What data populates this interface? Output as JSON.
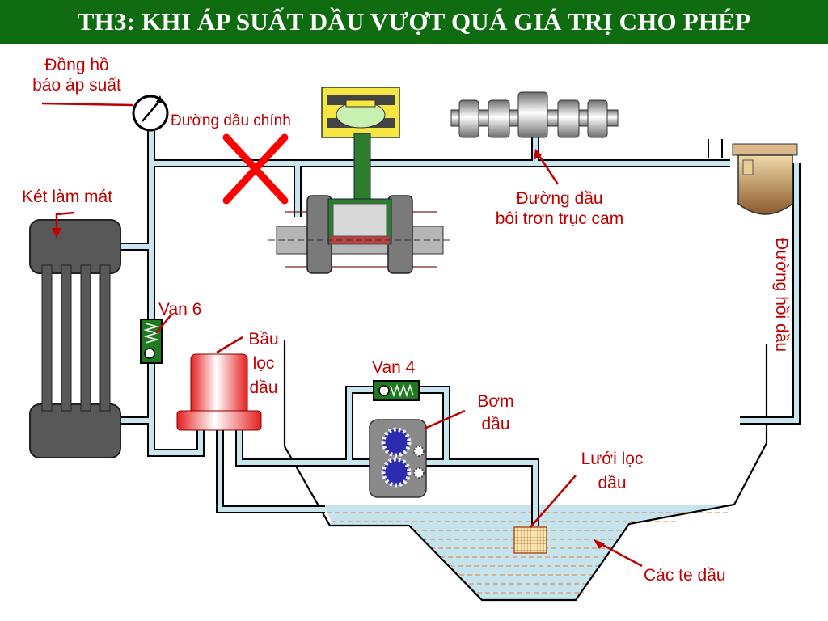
{
  "title": "TH3: KHI ÁP SUẤT DẦU VƯỢT QUÁ GIÁ TRỊ CHO PHÉP",
  "labels": {
    "gauge_line1": "Đồng hồ",
    "gauge_line2": "báo áp suất",
    "main_line": "Đường dầu chính",
    "radiator": "Két làm mát",
    "cam_line1": "Đường dầu",
    "cam_line2": "bôi trơn trục cam",
    "return_line": "Đường hồi dầu",
    "valve6": "Van 6",
    "filter_line1": "Bầu",
    "filter_line2": "lọc",
    "filter_line3": "dầu",
    "valve4": "Van 4",
    "pump_line1": "Bơm",
    "pump_line2": "dầu",
    "strainer_line1": "Lưới lọc",
    "strainer_line2": "dầu",
    "sump": "Các te dầu"
  },
  "colors": {
    "title_bg": "#0f6b0f",
    "label": "#c00000",
    "pipe_fill": "#c8e6ee",
    "oil": "#c6e4ee",
    "cross": "#ff0000"
  }
}
